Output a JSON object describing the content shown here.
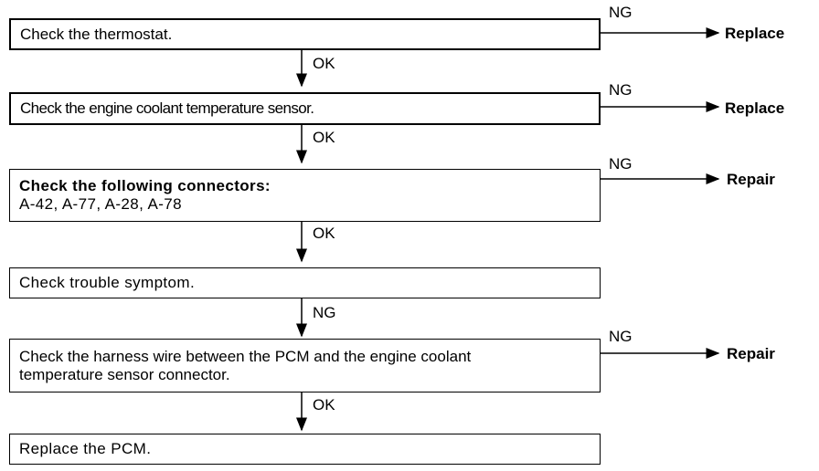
{
  "steps": [
    {
      "lines": [
        "Check the thermostat."
      ]
    },
    {
      "lines": [
        "Check the engine coolant temperature sensor."
      ]
    },
    {
      "lines": [
        "Check the following connectors:",
        "A-42, A-77, A-28, A-78"
      ]
    },
    {
      "lines": [
        "Check trouble symptom."
      ]
    },
    {
      "lines": [
        "Check the harness wire between the PCM and the engine coolant",
        "temperature sensor connector."
      ]
    },
    {
      "lines": [
        "Replace the PCM."
      ]
    }
  ],
  "down_labels": [
    "OK",
    "OK",
    "OK",
    "NG",
    "OK"
  ],
  "side_branches": [
    {
      "label": "NG",
      "action": "Replace"
    },
    {
      "label": "NG",
      "action": "Replace"
    },
    {
      "label": "NG",
      "action": "Repair"
    },
    {
      "label": "NG",
      "action": "Repair"
    }
  ]
}
